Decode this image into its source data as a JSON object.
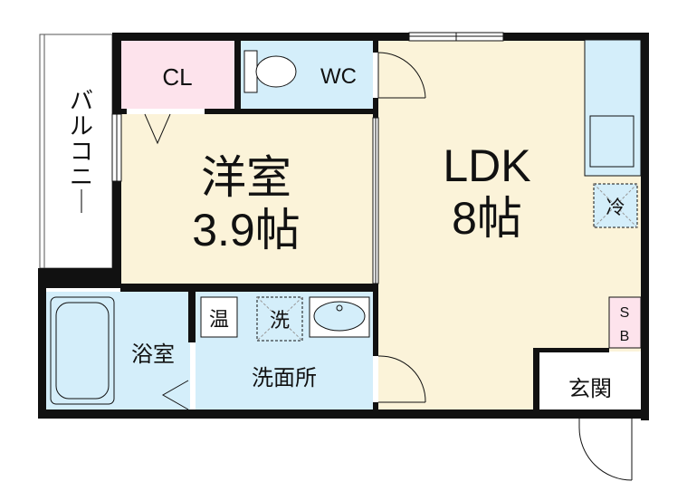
{
  "rooms": {
    "cl": "CL",
    "wc": "WC",
    "western_room": {
      "name": "洋室",
      "size": "3.9帖"
    },
    "ldk": {
      "name": "LDK",
      "size": "8帖"
    },
    "balcony": "バルコニー",
    "bathroom": "浴室",
    "washroom": "洗面所",
    "entrance": "玄関"
  },
  "fixtures": {
    "water_heater": "温",
    "washer": "洗",
    "fridge": "冷",
    "shoe_box": [
      "S",
      "B"
    ]
  },
  "colors": {
    "wall": "#000000",
    "ldk_floor": "#fbf3d9",
    "western_floor": "#fbf3d9",
    "wet_area": "#d4eefa",
    "closet": "#fde3ec",
    "entrance": "#ffffff",
    "shoe_box": "#fde3ec"
  }
}
